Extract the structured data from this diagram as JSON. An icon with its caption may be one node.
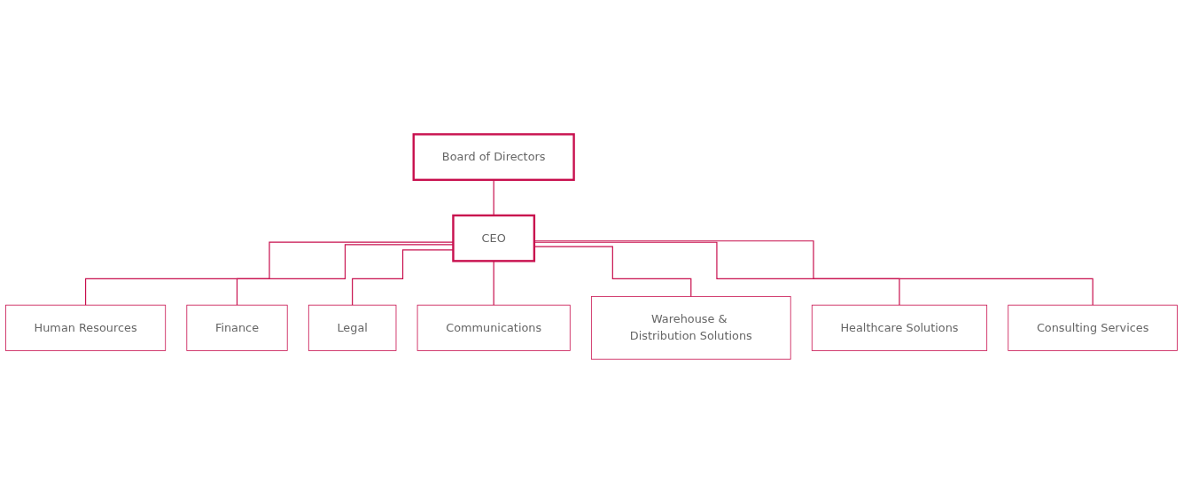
{
  "diagram": {
    "nodes": [
      {
        "text": [
          "Board of Directors"
        ]
      },
      {
        "text": [
          "CEO"
        ]
      },
      {
        "text": [
          "Human Resources"
        ]
      },
      {
        "text": [
          "Finance"
        ]
      },
      {
        "text": [
          "Legal"
        ]
      },
      {
        "text": [
          "Communications"
        ]
      },
      {
        "text": [
          "Warehouse & Distribution Solutions"
        ]
      },
      {
        "text": [
          "Healthcare Solutions"
        ]
      },
      {
        "text": [
          "Consulting Services"
        ]
      }
    ],
    "edges": [
      {
        "from": 0,
        "to": 1,
        "arrow": "none"
      },
      {
        "from": 1,
        "to": 2,
        "arrow": "none"
      },
      {
        "from": 1,
        "to": 3,
        "arrow": "none"
      },
      {
        "from": 1,
        "to": 4,
        "arrow": "none"
      },
      {
        "from": 1,
        "to": 5,
        "arrow": "none"
      },
      {
        "from": 1,
        "to": 6,
        "arrow": "none"
      },
      {
        "from": 1,
        "to": 7,
        "arrow": "none"
      },
      {
        "from": 1,
        "to": 8,
        "arrow": "none"
      }
    ]
  }
}
